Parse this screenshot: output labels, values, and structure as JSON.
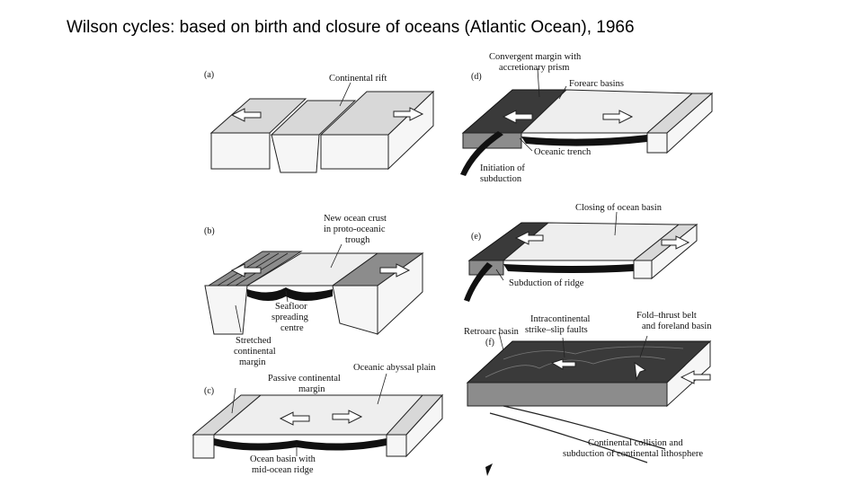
{
  "slide": {
    "title": "Wilson cycles: based on birth and closure of oceans (Atlantic Ocean), 1966"
  },
  "panels": {
    "a": {
      "letter": "(a)",
      "labels": [
        "Continental rift"
      ]
    },
    "b": {
      "letter": "(b)",
      "labels": [
        "New ocean crust",
        "in proto-oceanic",
        "trough",
        "Seafloor",
        "spreading",
        "centre",
        "Stretched",
        "continental",
        "margin"
      ]
    },
    "c": {
      "letter": "(c)",
      "labels": [
        "Passive continental",
        "margin",
        "Oceanic abyssal plain",
        "Ocean basin with",
        "mid-ocean ridge"
      ]
    },
    "d": {
      "letter": "(d)",
      "labels": [
        "Convergent margin with",
        "accretionary prism",
        "Forearc basins",
        "Oceanic trench",
        "Initiation of",
        "subduction"
      ]
    },
    "e": {
      "letter": "(e)",
      "labels": [
        "Closing of ocean basin",
        "Subduction of ridge"
      ]
    },
    "f": {
      "letter": "(f)",
      "labels": [
        "Retroarc basin",
        "Intracontinental",
        "strike–slip faults",
        "Fold–thrust belt",
        "and foreland basin",
        "Continental collision and",
        "subduction of continental lithosphere"
      ]
    }
  }
}
